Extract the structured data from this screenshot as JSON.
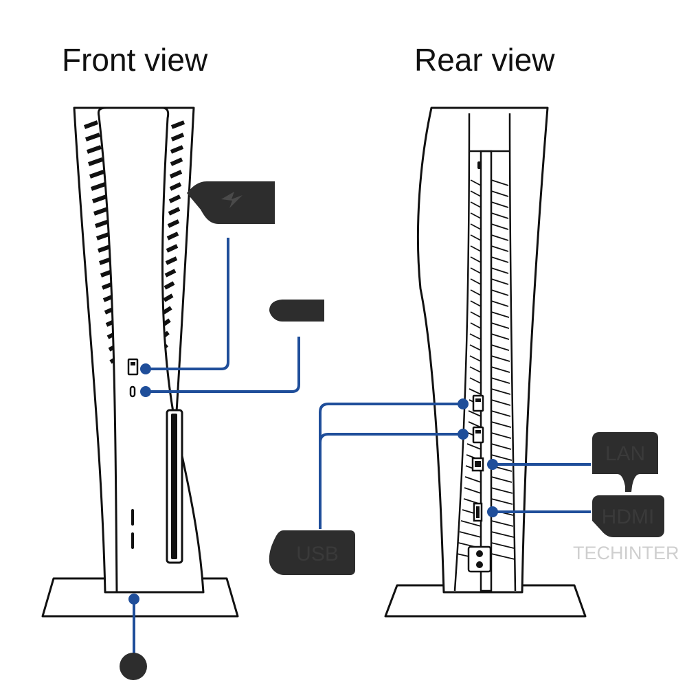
{
  "titles": {
    "front": "Front view",
    "rear": "Rear view"
  },
  "plug_labels": {
    "lan": "LAN",
    "hdmi": "HDMI",
    "usb": "USB"
  },
  "watermark": "TECHINTER",
  "colors": {
    "callout_line": "#1f4e9a",
    "plug": "#2d2d2d",
    "console_outline": "#111111",
    "background": "#ffffff"
  },
  "icons": {
    "usb_c_plug": "lightning-bolt-icon",
    "power_port": "figure-eight-power-icon"
  }
}
